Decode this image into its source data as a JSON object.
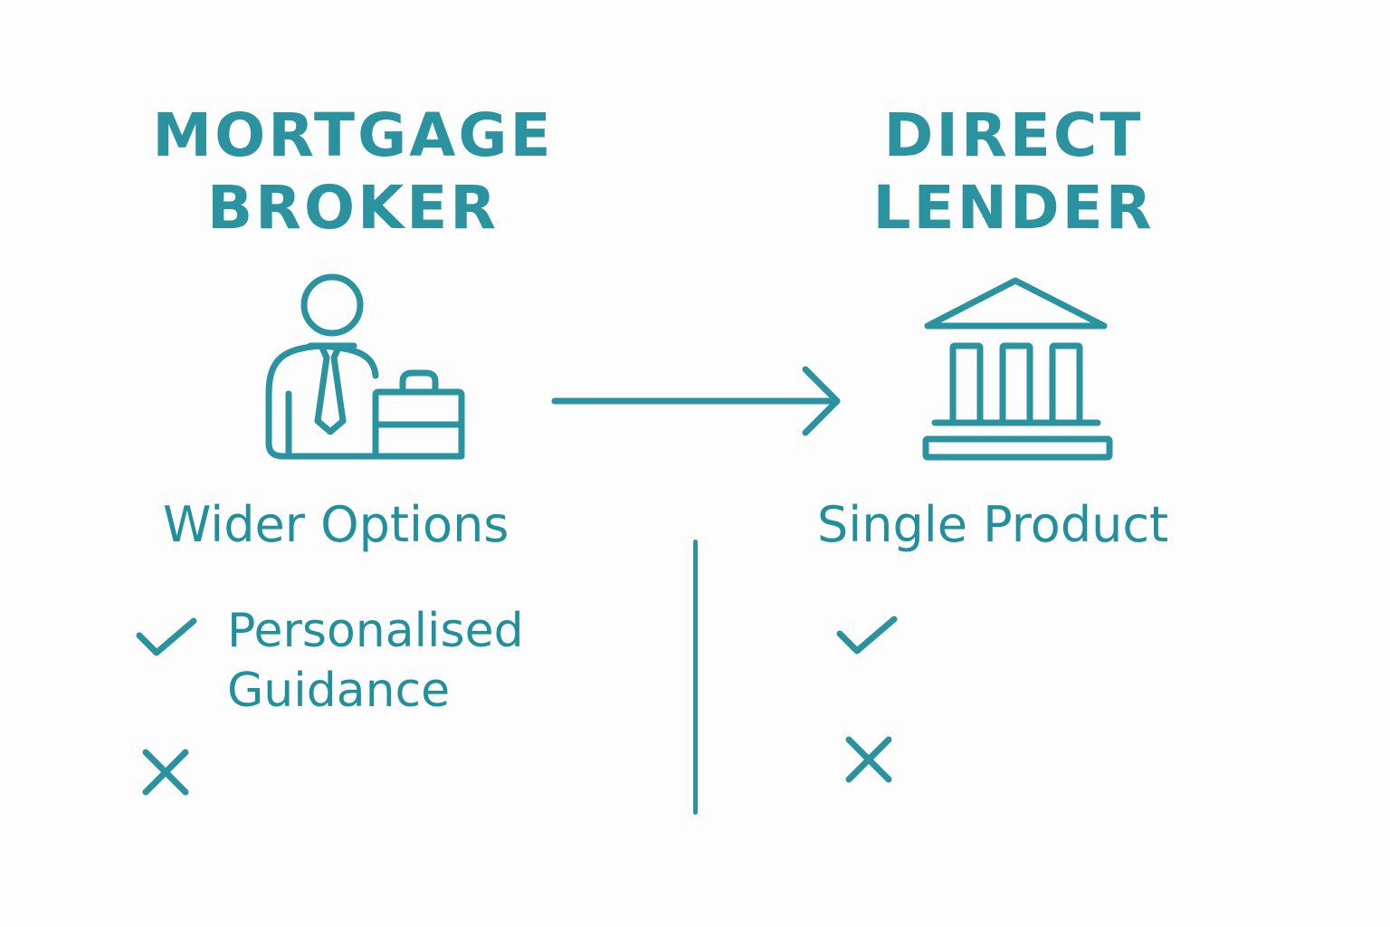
{
  "left": {
    "title_line1": "MORTGAGE",
    "title_line2": "BROKER",
    "icon": "businessman-with-briefcase-icon",
    "subtitle": "Wider Options",
    "items": [
      {
        "icon": "check-icon",
        "text_line1": "Personalised",
        "text_line2": "Guidance"
      },
      {
        "icon": "x-icon",
        "text_line1": "",
        "text_line2": ""
      }
    ]
  },
  "right": {
    "title_line1": "DIRECT",
    "title_line2": "LENDER",
    "icon": "bank-building-icon",
    "subtitle": "Single Product",
    "items": [
      {
        "icon": "check-icon",
        "text_line1": ""
      },
      {
        "icon": "x-icon",
        "text_line1": ""
      }
    ]
  },
  "connector": {
    "icon": "arrow-right-icon"
  },
  "divider": {
    "type": "vertical-line"
  },
  "colors": {
    "accent": "#2a939f",
    "background": "#fdfdfd"
  }
}
